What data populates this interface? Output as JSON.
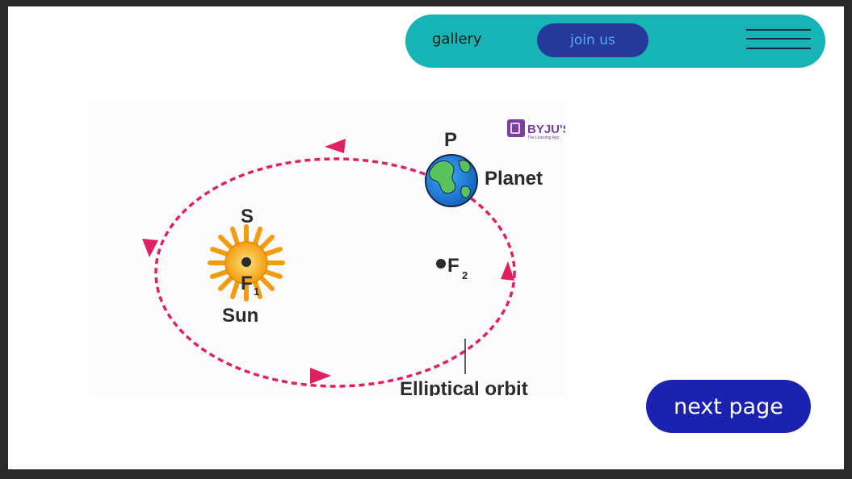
{
  "nav": {
    "gallery_label": "gallery",
    "join_label": "join us",
    "menu_icon": "hamburger-menu-icon"
  },
  "diagram": {
    "logo_text": "BYJU'S",
    "logo_subtext": "The Learning App",
    "point_p": "P",
    "planet_label": "Planet",
    "point_s": "S",
    "focus1": "F",
    "focus1_sub": "1",
    "sun_label": "Sun",
    "focus2": "F",
    "focus2_sub": "2",
    "orbit_label": "Elliptical orbit"
  },
  "next_button_label": "next page",
  "colors": {
    "navbar": "#16b4b4",
    "join_button": "#26389a",
    "next_button": "#1b22b0",
    "orbit": "#e0205f",
    "sun": "#f5a623"
  }
}
